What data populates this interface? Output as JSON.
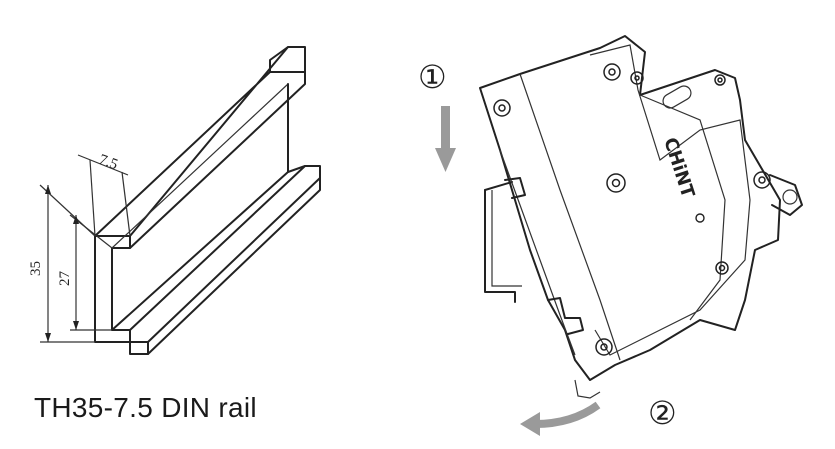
{
  "rail": {
    "caption": "TH35-7.5 DIN rail",
    "dim_depth": "7.5",
    "dim_height_outer": "35",
    "dim_height_inner": "27"
  },
  "breaker": {
    "brand": "CHiNT",
    "step1": "①",
    "step2": "②",
    "arrow_color": "#9a9a9a"
  }
}
